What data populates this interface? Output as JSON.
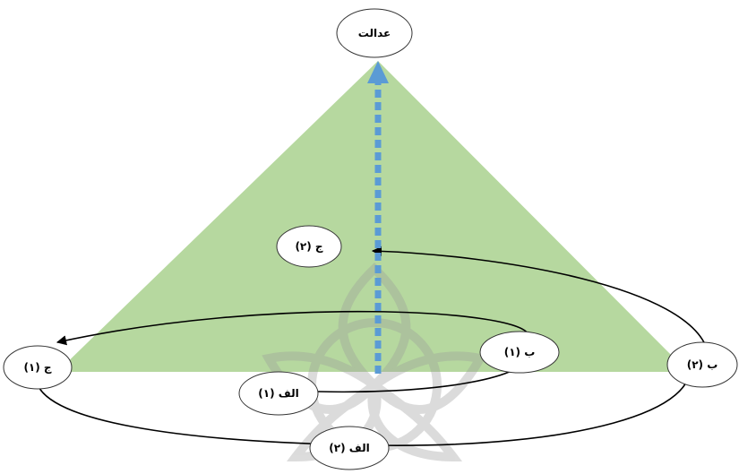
{
  "nodes": {
    "justice": "عدالت",
    "c2": "ج (۲)",
    "c1": "ج (۱)",
    "b1": "ب (۱)",
    "b2": "ب (۲)",
    "a1": "الف (۱)",
    "a2": "الف (۲)"
  },
  "colors": {
    "triangle": "#a9d18e",
    "arrow": "#5b9bd5",
    "watermark": "#9a9a9a"
  },
  "icons": {
    "watermark": "rosette-logo-watermark"
  }
}
